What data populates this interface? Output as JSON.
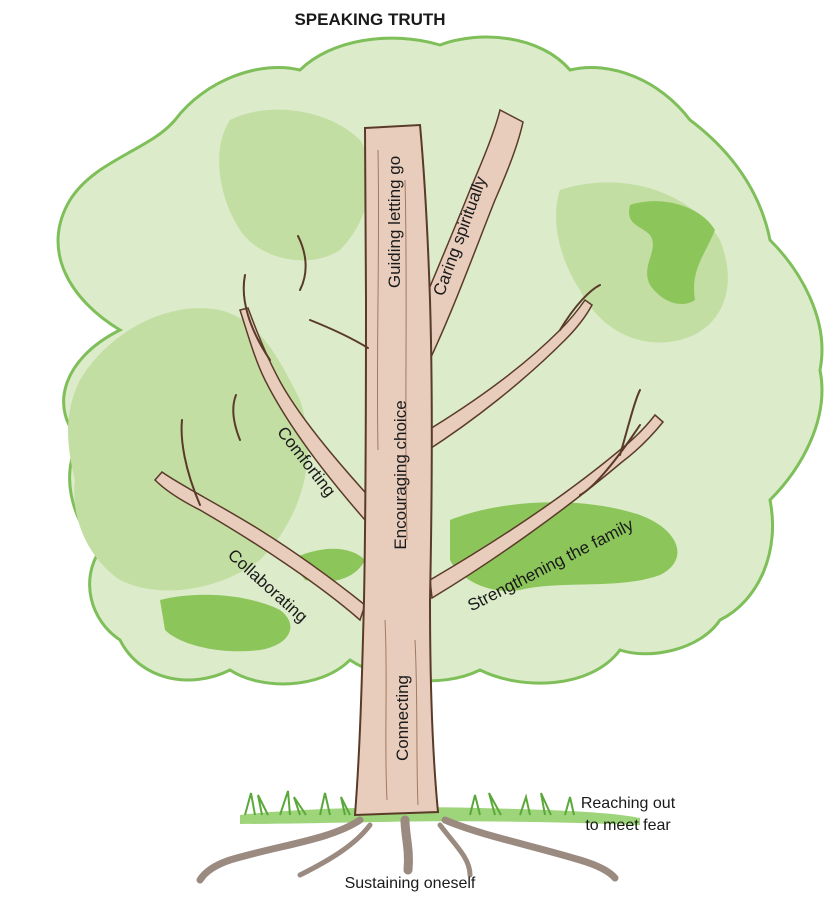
{
  "diagram": {
    "title": "SPEAKING TRUTH",
    "labels": {
      "guiding": "Guiding letting go",
      "caring": "Caring spiritually",
      "comforting": "Comforting",
      "encouraging": "Encouraging choice",
      "collaborating": "Collaborating",
      "strengthening": "Strengthening the family",
      "connecting": "Connecting",
      "reaching_line1": "Reaching out",
      "reaching_line2": "to meet fear",
      "sustaining": "Sustaining oneself"
    },
    "colors": {
      "canopy_light": "#dcebc9",
      "canopy_mid": "#c3dea3",
      "canopy_dark": "#8cc65a",
      "canopy_outline": "#7fbf5a",
      "trunk": "#e8cdbd",
      "trunk_outline": "#5a3a28",
      "roots": "#9a8a80",
      "grass": "#5aa83a"
    }
  }
}
